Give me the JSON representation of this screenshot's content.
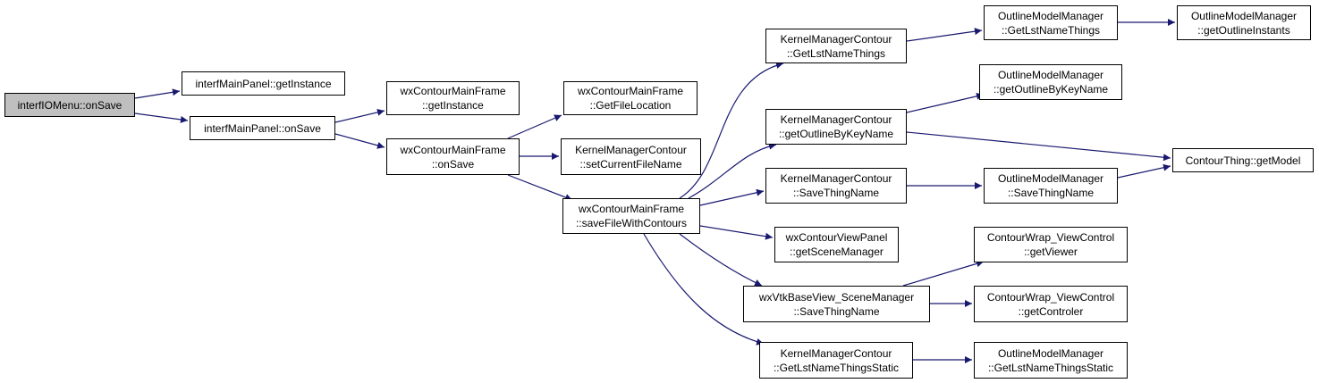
{
  "graph": {
    "edge_color": "#191970",
    "root_fill": "#bfbfbf",
    "nodes": {
      "n0": {
        "lines": [
          "interfIOMenu::onSave"
        ]
      },
      "n1": {
        "lines": [
          "interfMainPanel::getInstance"
        ]
      },
      "n2": {
        "lines": [
          "interfMainPanel::onSave"
        ]
      },
      "n3": {
        "lines": [
          "wxContourMainFrame",
          "::getInstance"
        ]
      },
      "n4": {
        "lines": [
          "wxContourMainFrame",
          "::onSave"
        ]
      },
      "n5": {
        "lines": [
          "wxContourMainFrame",
          "::GetFileLocation"
        ]
      },
      "n6": {
        "lines": [
          "KernelManagerContour",
          "::setCurrentFileName"
        ]
      },
      "n7": {
        "lines": [
          "wxContourMainFrame",
          "::saveFileWithContours"
        ]
      },
      "n8": {
        "lines": [
          "KernelManagerContour",
          "::GetLstNameThings"
        ]
      },
      "n9": {
        "lines": [
          "KernelManagerContour",
          "::getOutlineByKeyName"
        ]
      },
      "n10": {
        "lines": [
          "KernelManagerContour",
          "::SaveThingName"
        ]
      },
      "n11": {
        "lines": [
          "wxContourViewPanel",
          "::getSceneManager"
        ]
      },
      "n12": {
        "lines": [
          "wxVtkBaseView_SceneManager",
          "::SaveThingName"
        ]
      },
      "n13": {
        "lines": [
          "KernelManagerContour",
          "::GetLstNameThingsStatic"
        ]
      },
      "n14": {
        "lines": [
          "OutlineModelManager",
          "::GetLstNameThings"
        ]
      },
      "n15": {
        "lines": [
          "OutlineModelManager",
          "::getOutlineInstants"
        ]
      },
      "n16": {
        "lines": [
          "OutlineModelManager",
          "::getOutlineByKeyName"
        ]
      },
      "n17": {
        "lines": [
          "ContourThing::getModel"
        ]
      },
      "n18": {
        "lines": [
          "OutlineModelManager",
          "::SaveThingName"
        ]
      },
      "n19": {
        "lines": [
          "ContourWrap_ViewControl",
          "::getViewer"
        ]
      },
      "n20": {
        "lines": [
          "ContourWrap_ViewControl",
          "::getControler"
        ]
      },
      "n21": {
        "lines": [
          "OutlineModelManager",
          "::GetLstNameThingsStatic"
        ]
      }
    }
  }
}
